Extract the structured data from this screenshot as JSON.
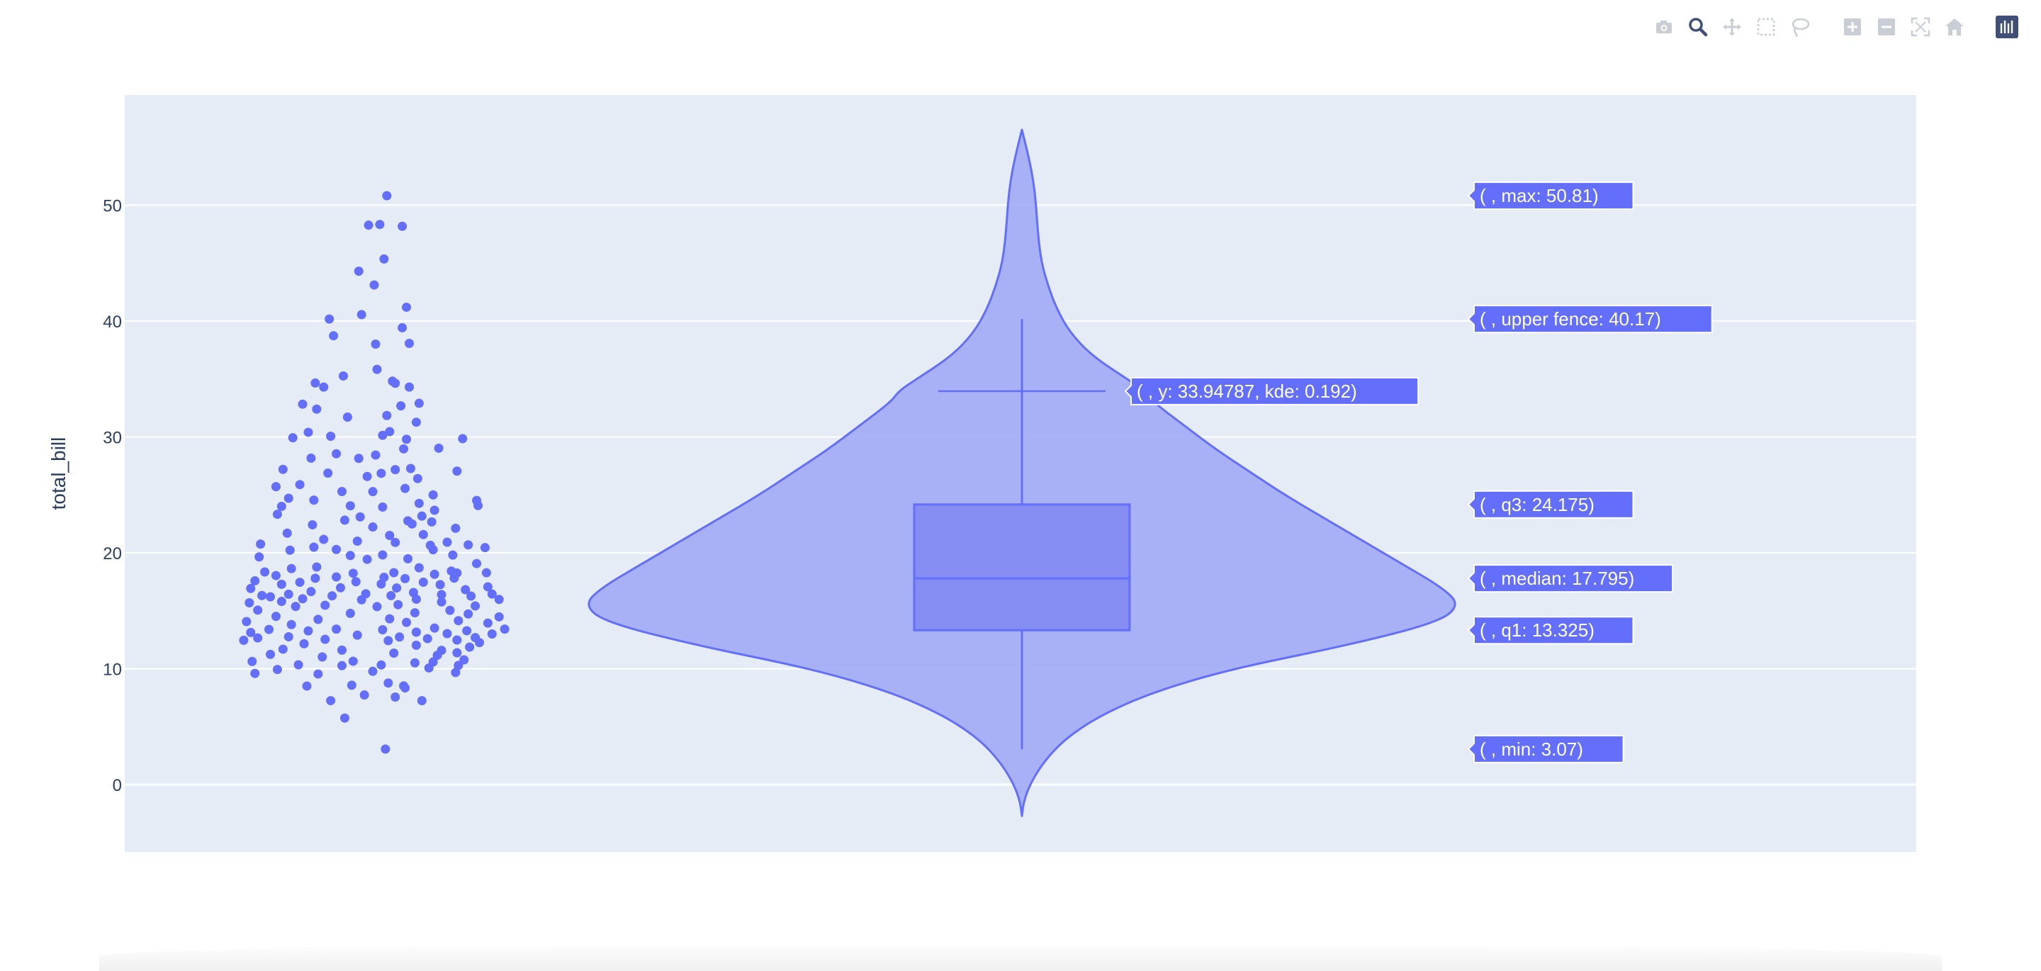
{
  "modebar": {
    "buttons": [
      {
        "name": "camera-icon",
        "active": false
      },
      {
        "name": "zoom-icon",
        "active": true
      },
      {
        "name": "pan-icon",
        "active": false
      },
      {
        "name": "box-select-icon",
        "active": false
      },
      {
        "name": "lasso-select-icon",
        "active": false
      },
      {
        "name": "gap"
      },
      {
        "name": "zoom-in-icon",
        "active": false
      },
      {
        "name": "zoom-out-icon",
        "active": false
      },
      {
        "name": "autoscale-icon",
        "active": false
      },
      {
        "name": "reset-axes-icon",
        "active": false
      },
      {
        "name": "gap"
      },
      {
        "name": "plotly-logo-icon",
        "active": false
      }
    ]
  },
  "chart_data": {
    "type": "violin",
    "ylabel": "total_bill",
    "ylim": [
      -5.8,
      59.5
    ],
    "yticks": [
      0,
      10,
      20,
      30,
      40,
      50
    ],
    "grid": true,
    "colors": {
      "bg": "#e5ecf6",
      "violin_fill": "#a3abf5",
      "violin_line": "#636efa",
      "box_fill": "#858cf2",
      "point": "#636efa",
      "label_bg": "#636efa"
    },
    "stats": {
      "min": 3.07,
      "q1": 13.325,
      "median": 17.795,
      "q3": 24.175,
      "upper_fence": 40.17,
      "max": 50.81
    },
    "kde_hover": {
      "y": 33.94787,
      "kde": 0.192
    },
    "density_profile": [
      [
        -2.7,
        0.0
      ],
      [
        -1.5,
        0.004
      ],
      [
        0,
        0.018
      ],
      [
        2,
        0.05
      ],
      [
        4,
        0.1
      ],
      [
        6,
        0.18
      ],
      [
        8,
        0.3
      ],
      [
        10,
        0.48
      ],
      [
        12,
        0.74
      ],
      [
        14,
        0.95
      ],
      [
        15.5,
        1.0
      ],
      [
        17,
        0.96
      ],
      [
        19,
        0.87
      ],
      [
        21,
        0.78
      ],
      [
        23,
        0.69
      ],
      [
        25,
        0.6
      ],
      [
        27,
        0.52
      ],
      [
        29,
        0.44
      ],
      [
        31,
        0.37
      ],
      [
        33,
        0.3
      ],
      [
        34,
        0.28
      ],
      [
        35,
        0.24
      ],
      [
        37,
        0.16
      ],
      [
        39,
        0.11
      ],
      [
        41,
        0.08
      ],
      [
        43,
        0.06
      ],
      [
        45,
        0.045
      ],
      [
        47,
        0.038
      ],
      [
        49,
        0.034
      ],
      [
        51,
        0.03
      ],
      [
        53,
        0.022
      ],
      [
        55,
        0.01
      ],
      [
        56.5,
        0.0
      ]
    ],
    "hover_labels": [
      {
        "key": "max",
        "text": "( , max: 50.81)",
        "y": 50.81
      },
      {
        "key": "upper_fence",
        "text": "( , upper fence: 40.17)",
        "y": 40.17
      },
      {
        "key": "kde",
        "text": "( , y: 33.94787, kde: 0.192)",
        "y": 33.94787
      },
      {
        "key": "q3",
        "text": "( , q3: 24.175)",
        "y": 24.175
      },
      {
        "key": "median",
        "text": "( , median: 17.795)",
        "y": 17.795
      },
      {
        "key": "q1",
        "text": "( , q1: 13.325)",
        "y": 13.325
      },
      {
        "key": "min",
        "text": "( , min: 3.07)",
        "y": 3.07
      }
    ],
    "points": [
      [
        0.08,
        50.81
      ],
      [
        -0.05,
        48.27
      ],
      [
        0.03,
        48.33
      ],
      [
        0.19,
        48.17
      ],
      [
        0.06,
        45.35
      ],
      [
        -0.12,
        44.3
      ],
      [
        -0.01,
        43.11
      ],
      [
        0.22,
        41.19
      ],
      [
        -0.1,
        40.55
      ],
      [
        -0.33,
        40.17
      ],
      [
        0.19,
        39.42
      ],
      [
        -0.3,
        38.73
      ],
      [
        0.24,
        38.07
      ],
      [
        0.0,
        38.01
      ],
      [
        0.01,
        35.83
      ],
      [
        -0.23,
        35.26
      ],
      [
        0.12,
        34.81
      ],
      [
        -0.43,
        34.65
      ],
      [
        0.14,
        34.63
      ],
      [
        -0.37,
        34.3
      ],
      [
        0.24,
        34.3
      ],
      [
        0.31,
        32.9
      ],
      [
        -0.52,
        32.83
      ],
      [
        0.18,
        32.68
      ],
      [
        -0.42,
        32.4
      ],
      [
        0.08,
        31.85
      ],
      [
        -0.2,
        31.71
      ],
      [
        0.29,
        31.27
      ],
      [
        0.1,
        30.46
      ],
      [
        -0.48,
        30.4
      ],
      [
        0.05,
        30.14
      ],
      [
        -0.32,
        30.06
      ],
      [
        -0.59,
        29.93
      ],
      [
        0.62,
        29.85
      ],
      [
        0.22,
        29.8
      ],
      [
        0.45,
        29.03
      ],
      [
        0.2,
        28.97
      ],
      [
        -0.28,
        28.55
      ],
      [
        0.0,
        28.44
      ],
      [
        -0.46,
        28.17
      ],
      [
        -0.12,
        28.15
      ],
      [
        0.25,
        27.28
      ],
      [
        -0.66,
        27.2
      ],
      [
        0.14,
        27.18
      ],
      [
        0.58,
        27.05
      ],
      [
        -0.34,
        26.88
      ],
      [
        0.04,
        26.86
      ],
      [
        -0.06,
        26.59
      ],
      [
        0.3,
        26.41
      ],
      [
        -0.54,
        25.89
      ],
      [
        -0.71,
        25.71
      ],
      [
        0.21,
        25.56
      ],
      [
        -0.24,
        25.29
      ],
      [
        -0.02,
        25.28
      ],
      [
        0.41,
        25.0
      ],
      [
        -0.62,
        24.71
      ],
      [
        -0.44,
        24.55
      ],
      [
        0.72,
        24.52
      ],
      [
        0.31,
        24.27
      ],
      [
        0.73,
        24.08
      ],
      [
        -0.18,
        24.06
      ],
      [
        -0.67,
        24.01
      ],
      [
        0.05,
        23.95
      ],
      [
        0.42,
        23.68
      ],
      [
        -0.7,
        23.33
      ],
      [
        0.33,
        23.17
      ],
      [
        -0.11,
        23.1
      ],
      [
        -0.22,
        22.82
      ],
      [
        0.23,
        22.76
      ],
      [
        0.4,
        22.67
      ],
      [
        0.26,
        22.49
      ],
      [
        -0.45,
        22.42
      ],
      [
        -0.02,
        22.23
      ],
      [
        0.57,
        22.12
      ],
      [
        -0.63,
        21.7
      ],
      [
        0.34,
        21.58
      ],
      [
        0.1,
        21.5
      ],
      [
        -0.37,
        21.16
      ],
      [
        -0.13,
        21.01
      ],
      [
        0.51,
        20.92
      ],
      [
        0.14,
        20.9
      ],
      [
        -0.82,
        20.76
      ],
      [
        0.66,
        20.69
      ],
      [
        0.39,
        20.65
      ],
      [
        -0.44,
        20.49
      ],
      [
        0.78,
        20.45
      ],
      [
        -0.28,
        20.29
      ],
      [
        0.41,
        20.27
      ],
      [
        -0.61,
        20.23
      ],
      [
        0.05,
        19.82
      ],
      [
        0.55,
        19.81
      ],
      [
        -0.18,
        19.77
      ],
      [
        -0.83,
        19.65
      ],
      [
        0.23,
        19.49
      ],
      [
        -0.06,
        19.44
      ],
      [
        0.72,
        19.08
      ],
      [
        -0.42,
        18.78
      ],
      [
        0.31,
        18.71
      ],
      [
        -0.6,
        18.64
      ],
      [
        0.54,
        18.43
      ],
      [
        -0.79,
        18.35
      ],
      [
        0.13,
        18.29
      ],
      [
        0.79,
        18.28
      ],
      [
        0.58,
        18.26
      ],
      [
        -0.16,
        18.24
      ],
      [
        0.42,
        18.15
      ],
      [
        -0.71,
        18.04
      ],
      [
        -0.28,
        17.92
      ],
      [
        0.06,
        17.89
      ],
      [
        0.56,
        17.82
      ],
      [
        -0.43,
        17.81
      ],
      [
        0.21,
        17.78
      ],
      [
        -0.86,
        17.59
      ],
      [
        -0.14,
        17.51
      ],
      [
        0.34,
        17.47
      ],
      [
        -0.54,
        17.46
      ],
      [
        0.04,
        17.31
      ],
      [
        -0.67,
        17.29
      ],
      [
        0.46,
        17.26
      ],
      [
        0.8,
        17.07
      ],
      [
        -0.25,
        16.99
      ],
      [
        0.15,
        16.97
      ],
      [
        -0.89,
        16.93
      ],
      [
        0.64,
        16.82
      ],
      [
        -0.46,
        16.66
      ],
      [
        0.27,
        16.58
      ],
      [
        -0.07,
        16.47
      ],
      [
        0.83,
        16.45
      ],
      [
        -0.62,
        16.43
      ],
      [
        0.47,
        16.4
      ],
      [
        -0.81,
        16.32
      ],
      [
        0.11,
        16.31
      ],
      [
        -0.31,
        16.29
      ],
      [
        0.68,
        16.27
      ],
      [
        -0.75,
        16.21
      ],
      [
        0.29,
        16.0
      ],
      [
        -0.52,
        16.04
      ],
      [
        0.88,
        15.98
      ],
      [
        -0.1,
        15.95
      ],
      [
        -0.67,
        15.81
      ],
      [
        0.47,
        15.77
      ],
      [
        -0.9,
        15.69
      ],
      [
        0.16,
        15.53
      ],
      [
        -0.36,
        15.48
      ],
      [
        0.71,
        15.42
      ],
      [
        -0.57,
        15.38
      ],
      [
        0.01,
        15.36
      ],
      [
        -0.84,
        15.06
      ],
      [
        0.53,
        15.04
      ],
      [
        0.28,
        14.83
      ],
      [
        -0.18,
        14.78
      ],
      [
        0.66,
        14.73
      ],
      [
        -0.71,
        14.52
      ],
      [
        0.88,
        14.48
      ],
      [
        0.1,
        14.31
      ],
      [
        -0.41,
        14.26
      ],
      [
        0.59,
        14.15
      ],
      [
        -0.92,
        14.07
      ],
      [
        0.22,
        14.0
      ],
      [
        0.8,
        13.94
      ],
      [
        -0.6,
        13.81
      ],
      [
        0.42,
        13.51
      ],
      [
        -0.28,
        13.42
      ],
      [
        0.92,
        13.42
      ],
      [
        -0.76,
        13.39
      ],
      [
        0.05,
        13.37
      ],
      [
        0.65,
        13.28
      ],
      [
        -0.48,
        13.27
      ],
      [
        0.29,
        13.16
      ],
      [
        -0.89,
        13.13
      ],
      [
        0.51,
        13.03
      ],
      [
        0.83,
        13.0
      ],
      [
        -0.13,
        12.9
      ],
      [
        -0.62,
        12.76
      ],
      [
        0.17,
        12.74
      ],
      [
        0.71,
        12.69
      ],
      [
        -0.84,
        12.66
      ],
      [
        0.37,
        12.6
      ],
      [
        -0.36,
        12.54
      ],
      [
        0.58,
        12.48
      ],
      [
        -0.94,
        12.46
      ],
      [
        0.09,
        12.43
      ],
      [
        0.74,
        12.26
      ],
      [
        -0.51,
        12.16
      ],
      [
        0.29,
        12.03
      ],
      [
        0.67,
        11.87
      ],
      [
        -0.66,
        11.69
      ],
      [
        -0.24,
        11.61
      ],
      [
        0.47,
        11.59
      ],
      [
        0.58,
        11.38
      ],
      [
        0.13,
        11.35
      ],
      [
        -0.75,
        11.24
      ],
      [
        0.44,
        11.17
      ],
      [
        -0.38,
        11.02
      ],
      [
        0.63,
        10.77
      ],
      [
        -0.16,
        10.65
      ],
      [
        -0.88,
        10.63
      ],
      [
        0.41,
        10.59
      ],
      [
        0.28,
        10.51
      ],
      [
        -0.55,
        10.34
      ],
      [
        0.04,
        10.33
      ],
      [
        0.59,
        10.29
      ],
      [
        -0.24,
        10.27
      ],
      [
        0.38,
        10.07
      ],
      [
        -0.7,
        9.94
      ],
      [
        -0.02,
        9.78
      ],
      [
        0.57,
        9.68
      ],
      [
        -0.86,
        9.6
      ],
      [
        -0.41,
        9.55
      ],
      [
        0.09,
        8.77
      ],
      [
        -0.17,
        8.58
      ],
      [
        0.2,
        8.52
      ],
      [
        -0.49,
        8.51
      ],
      [
        0.21,
        8.35
      ],
      [
        -0.08,
        7.74
      ],
      [
        0.14,
        7.56
      ],
      [
        -0.32,
        7.25
      ],
      [
        0.33,
        7.25
      ],
      [
        -0.22,
        5.75
      ],
      [
        0.07,
        3.07
      ]
    ]
  }
}
